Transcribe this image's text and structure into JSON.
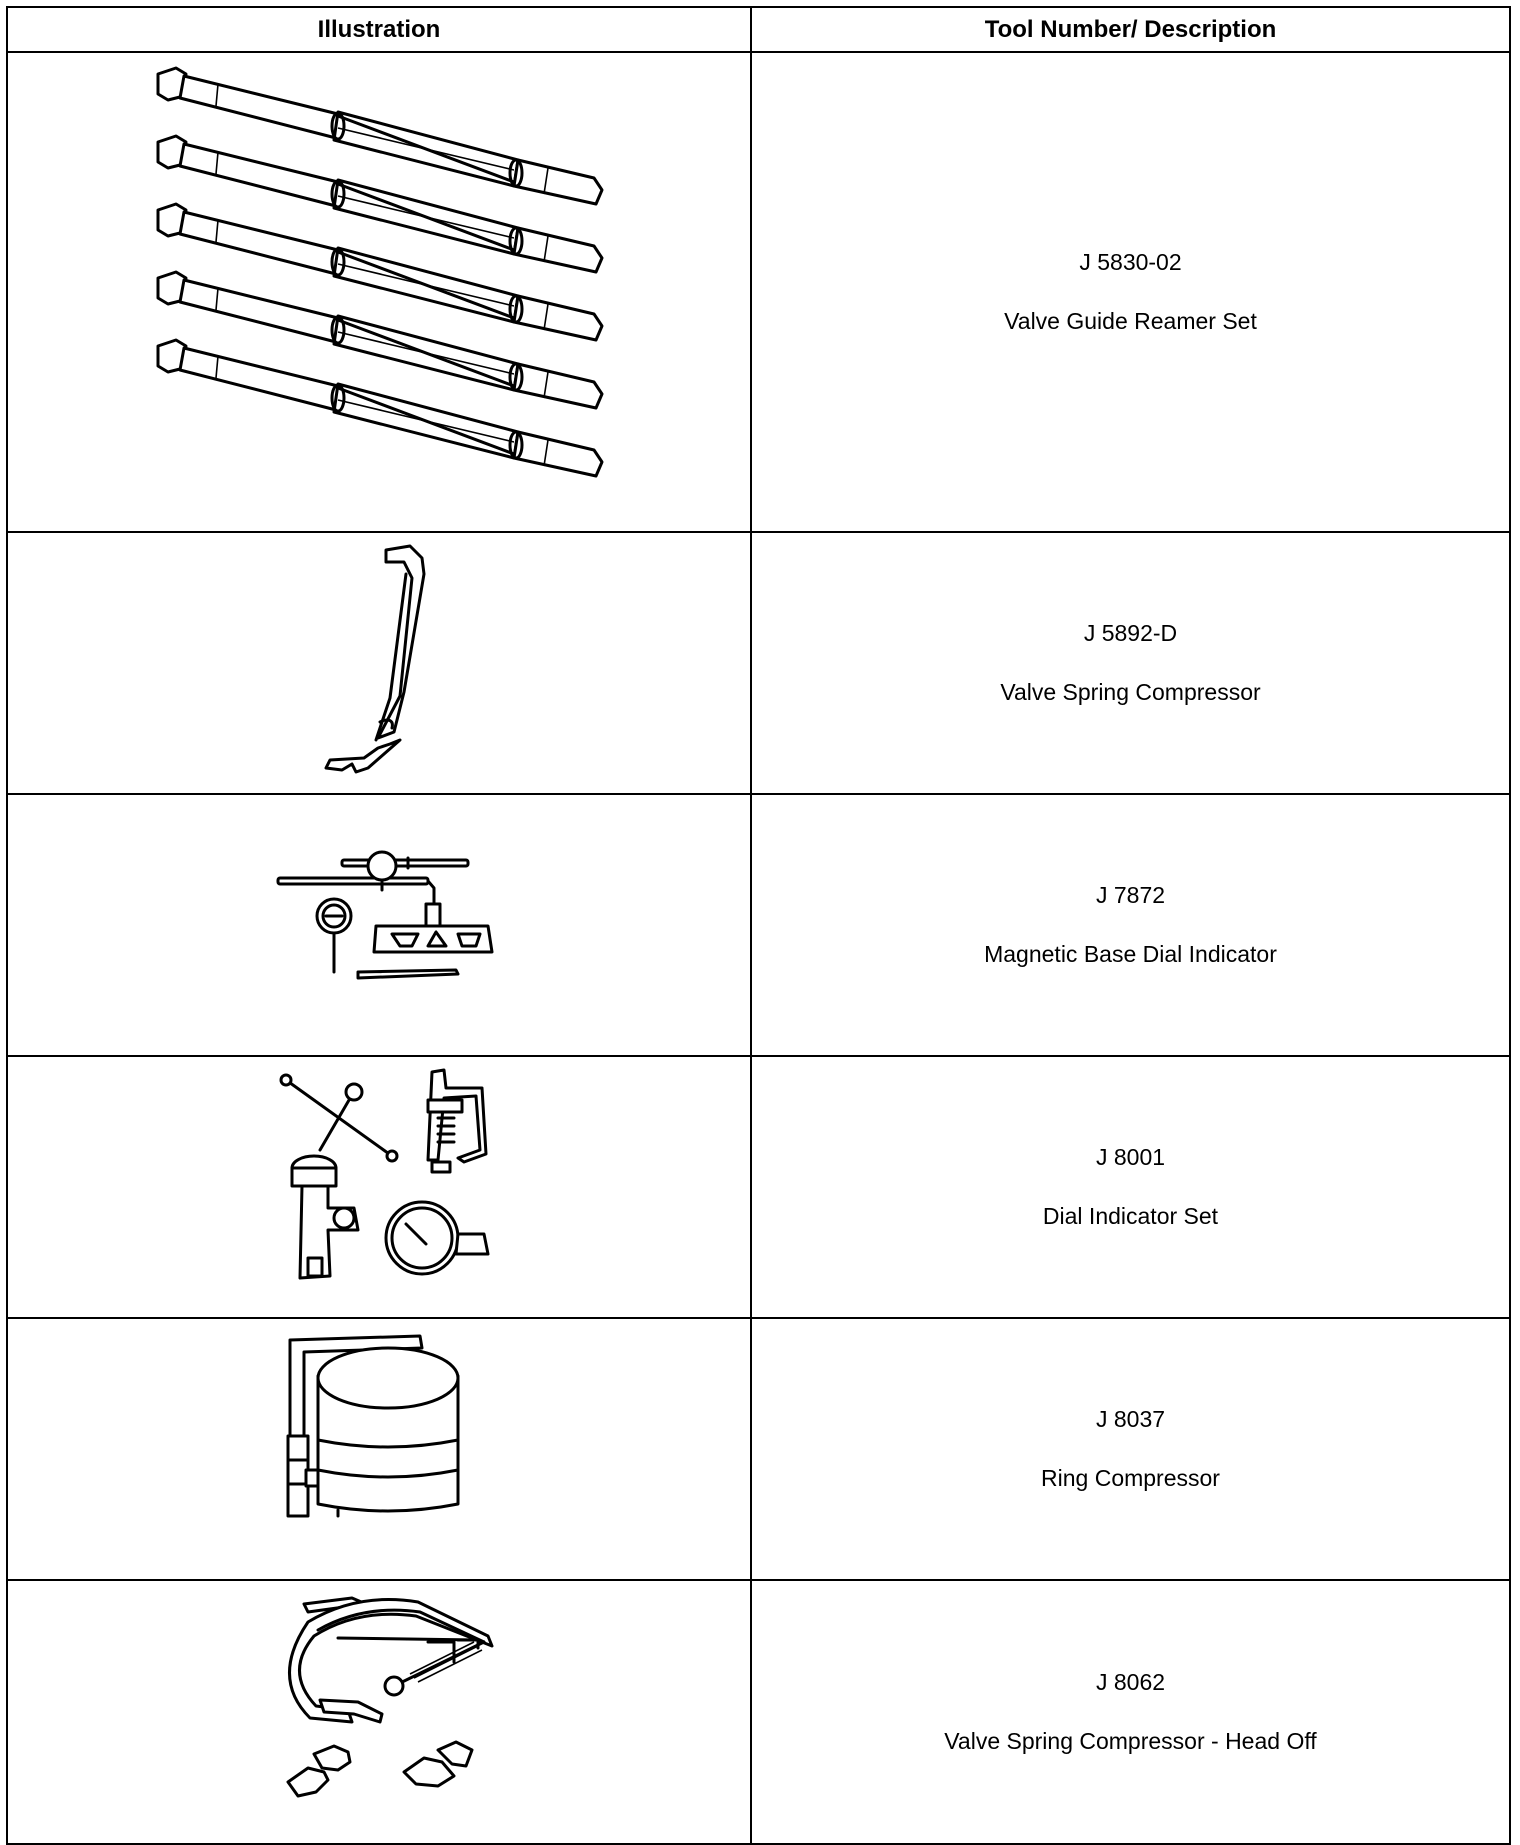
{
  "table": {
    "headers": {
      "illustration": "Illustration",
      "tool": "Tool Number/ Description"
    },
    "rows": [
      {
        "number": "J 5830-02",
        "description": "Valve Guide Reamer Set",
        "icon": "valve-guide-reamer-set-icon"
      },
      {
        "number": "J 5892-D",
        "description": "Valve Spring Compressor",
        "icon": "valve-spring-compressor-icon"
      },
      {
        "number": "J 7872",
        "description": "Magnetic Base Dial Indicator",
        "icon": "magnetic-base-dial-indicator-icon"
      },
      {
        "number": "J 8001",
        "description": "Dial Indicator Set",
        "icon": "dial-indicator-set-icon"
      },
      {
        "number": "J 8037",
        "description": "Ring Compressor",
        "icon": "ring-compressor-icon"
      },
      {
        "number": "J 8062",
        "description": "Valve Spring Compressor - Head Off",
        "icon": "valve-spring-compressor-head-off-icon"
      }
    ]
  }
}
